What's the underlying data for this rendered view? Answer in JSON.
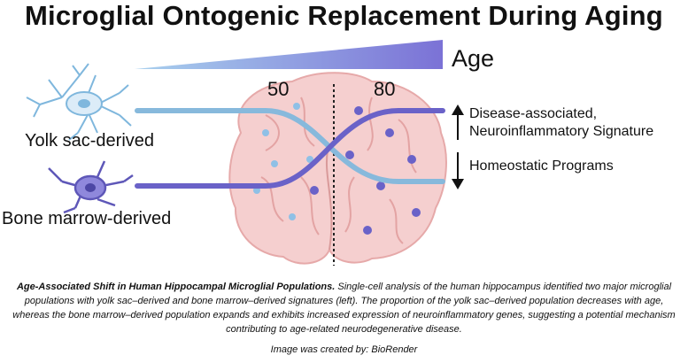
{
  "title": "Microglial Ontogenic Replacement During Aging",
  "age_label": "Age",
  "age_ticks": [
    "50",
    "80"
  ],
  "populations": {
    "yolk_sac": "Yolk sac-derived",
    "bone_marrow": "Bone marrow-derived"
  },
  "signatures": {
    "up_line1": "Disease-associated,",
    "up_line2": "Neuroinflammatory Signature",
    "down": "Homeostatic Programs"
  },
  "colors": {
    "yolk_sac": "#87b9dc",
    "bone_marrow": "#6a62c8",
    "brain": "#f3c9c9",
    "age_gradient_start": "#9dc6e8",
    "age_gradient_end": "#7b72d6"
  },
  "caption": {
    "bold": "Age-Associated Shift in Human Hippocampal Microglial Populations.",
    "text": " Single-cell analysis of the human hippocampus identified two major microglial populations with yolk sac–derived and bone marrow–derived signatures (left). The proportion of the yolk sac–derived population decreases with age, whereas the bone marrow–derived population expands and exhibits increased expression of neuroinflammatory genes, suggesting a potential mechanism contributing to age-related neurodegenerative disease."
  },
  "credit": "Image was created by: BioRender"
}
